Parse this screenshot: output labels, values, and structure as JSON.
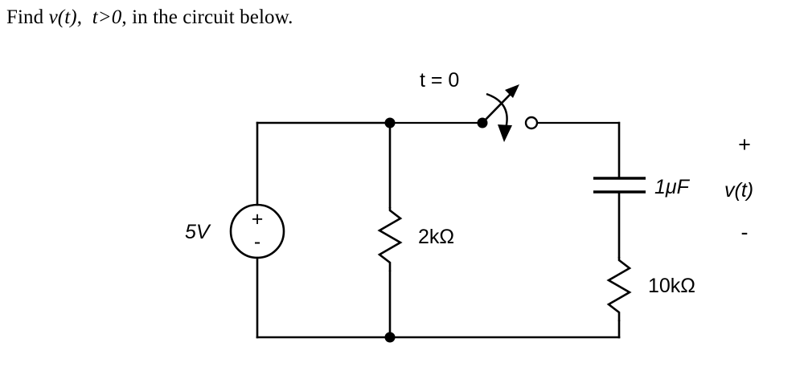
{
  "problem": {
    "prefix": "Find ",
    "variable": "v(t)",
    "middle": ",  ",
    "condition": "t>0",
    "suffix": ", in the circuit below."
  },
  "circuit": {
    "title": "RC circuit with switch",
    "switch": {
      "label": "t = 0",
      "name": "switch-t-equals-0",
      "state": "opens at t = 0"
    },
    "source": {
      "label": "5V",
      "plus": "+",
      "minus": "-",
      "type": "dc-voltage-source"
    },
    "resistor_r1": {
      "label": "2kΩ",
      "value": "2",
      "unit": "kΩ"
    },
    "capacitor": {
      "label": "1μF",
      "value": "1",
      "unit": "μF"
    },
    "resistor_r2": {
      "label": "10kΩ",
      "value": "10",
      "unit": "kΩ"
    },
    "output": {
      "plus": "+",
      "label": "v(t)",
      "minus": "-"
    },
    "colors": {
      "ink": "#000000",
      "background": "#ffffff"
    }
  }
}
